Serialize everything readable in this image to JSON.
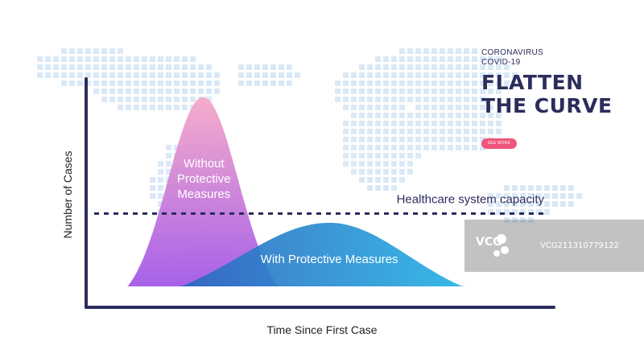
{
  "header": {
    "kicker_line1": "CORONAVIRUS",
    "kicker_line2": "COVID-19",
    "title_line1": "FLATTEN",
    "title_line2": "THE CURVE",
    "see_more_label": "SEE MORE"
  },
  "watermark": {
    "logo_text": "VCG",
    "id_text": "VCG211310779122"
  },
  "colors": {
    "axis": "#2b2d5c",
    "peak_top": "#f6a9c8",
    "peak_bottom": "#a259e8",
    "flat_left": "#2f55b5",
    "flat_right": "#26c8f0",
    "button": "#f0557c",
    "map_dots": "#dbe9f7"
  },
  "chart_data": {
    "type": "area",
    "xlabel": "Time Since First Case",
    "ylabel": "Number of Cases",
    "capacity_label": "Healthcare system capacity",
    "capacity_level": 0.41,
    "axis_ticks": false,
    "grid": false,
    "legend": "none",
    "series": [
      {
        "name": "Without Protective Measures",
        "label_lines": [
          "Without",
          "Protective",
          "Measures"
        ],
        "shape": "tall narrow peak",
        "peak_x": 0.25,
        "peak_y": 0.92
      },
      {
        "name": "With Protective Measures",
        "label_lines": [
          "With Protective Measures"
        ],
        "shape": "low wide peak",
        "peak_x": 0.52,
        "peak_y": 0.37
      }
    ]
  }
}
